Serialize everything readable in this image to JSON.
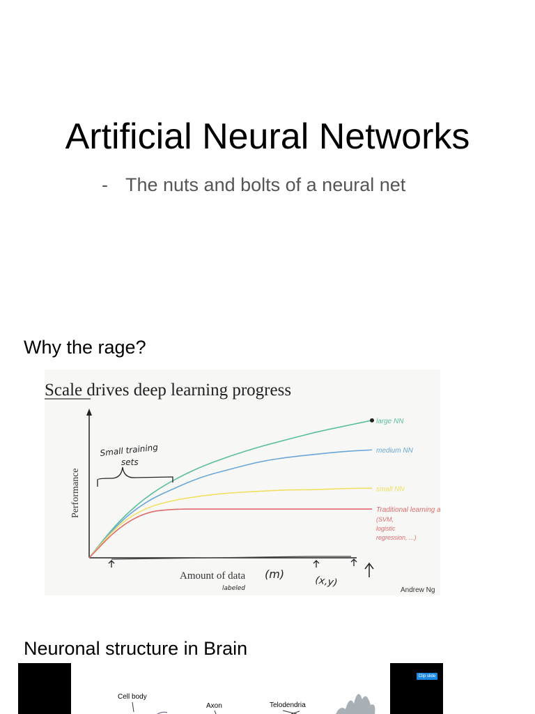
{
  "slide": {
    "title": "Artificial Neural Networks",
    "subtitle_bullet": "-",
    "subtitle": "The nuts and bolts of a neural net"
  },
  "sections": [
    {
      "heading": "Why the rage?"
    },
    {
      "heading": "Neuronal structure in Brain"
    }
  ],
  "figure1": {
    "title_word": "Scale",
    "title_rest": " drives deep learning progress",
    "credit": "Andrew Ng",
    "annotation_small_sets": [
      "Small training",
      "sets"
    ],
    "annotation_labeled": "labeled",
    "annotation_m": "(m)",
    "annotation_xy": "(x,y)"
  },
  "chart_data": {
    "type": "line",
    "title": "Scale drives deep learning progress",
    "xlabel": "Amount of data",
    "ylabel": "Performance",
    "series": [
      {
        "name": "large NN",
        "color": "#5bbf9a",
        "x": [
          0,
          1,
          2,
          3,
          4,
          5,
          6,
          7,
          8,
          9,
          10
        ],
        "values": [
          0,
          2.4,
          4.1,
          5.3,
          6.2,
          6.9,
          7.5,
          8.0,
          8.5,
          8.9,
          9.3
        ]
      },
      {
        "name": "medium NN",
        "color": "#6aa7d8",
        "x": [
          0,
          1,
          2,
          3,
          4,
          5,
          6,
          7,
          8,
          9,
          10
        ],
        "values": [
          0,
          2.3,
          3.8,
          4.7,
          5.5,
          6.0,
          6.5,
          6.8,
          7.0,
          7.2,
          7.3
        ]
      },
      {
        "name": "small NN",
        "color": "#f0e060",
        "x": [
          0,
          1,
          2,
          3,
          4,
          5,
          6,
          7,
          8,
          9,
          10
        ],
        "values": [
          0,
          2.2,
          3.4,
          3.9,
          4.2,
          4.4,
          4.5,
          4.6,
          4.6,
          4.7,
          4.7
        ]
      },
      {
        "name": "Traditional learning algs",
        "color": "#e06b6b",
        "x": [
          0,
          1,
          2,
          3,
          4,
          5,
          6,
          7,
          8,
          9,
          10
        ],
        "values": [
          0,
          2.0,
          3.1,
          3.3,
          3.3,
          3.3,
          3.3,
          3.3,
          3.3,
          3.3,
          3.3
        ]
      }
    ],
    "series_notes": [
      "(SVM,",
      "logistic",
      "regression, ...)"
    ],
    "xlim": [
      0,
      10
    ],
    "ylim": [
      0,
      10
    ],
    "grid": false,
    "legend": "right, labels at line ends"
  },
  "figure2": {
    "labels": [
      "Cell body",
      "Axon",
      "Telodendria"
    ],
    "clip_button": "Clip slide"
  }
}
